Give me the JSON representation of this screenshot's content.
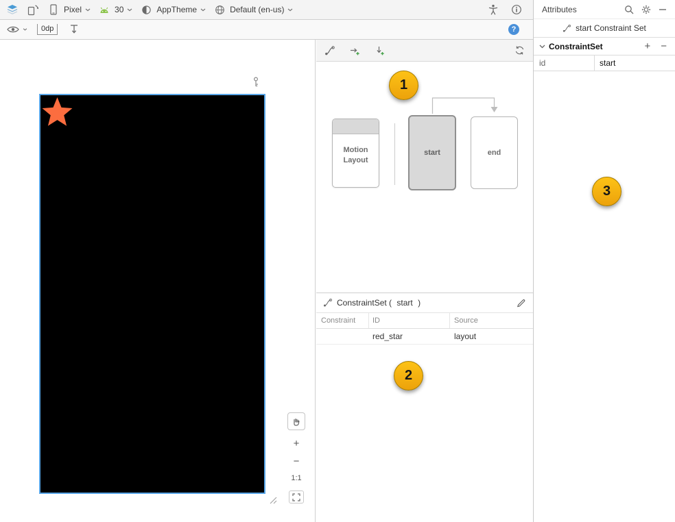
{
  "top_toolbar": {
    "device": {
      "label": "Pixel"
    },
    "api_level": {
      "label": "30"
    },
    "theme": {
      "label": "AppTheme"
    },
    "locale": {
      "label": "Default (en-us)"
    }
  },
  "design_toolbar": {
    "default_margin": "0dp",
    "help_label": "?"
  },
  "design_surface": {
    "zoom_in": "+",
    "zoom_out": "−",
    "zoom_ratio": "1:1"
  },
  "motion_editor": {
    "panels": {
      "motion_layout_line1": "Motion",
      "motion_layout_line2": "Layout",
      "start_label": "start",
      "end_label": "end"
    },
    "constraint_set_bar": {
      "prefix": "ConstraintSet (",
      "name": "start",
      "suffix": ")"
    },
    "table": {
      "headers": [
        "Constraint",
        "ID",
        "Source"
      ],
      "rows": [
        {
          "constraint": "",
          "id": "red_star",
          "source": "layout"
        }
      ]
    }
  },
  "attributes_panel": {
    "title": "Attributes",
    "selected": "start Constraint Set",
    "section": {
      "title": "ConstraintSet",
      "add_label": "+",
      "remove_label": "−"
    },
    "table": {
      "rows": [
        {
          "key": "id",
          "value": "start"
        }
      ]
    }
  },
  "callouts": {
    "c1": "1",
    "c2": "2",
    "c3": "3"
  },
  "colors": {
    "selection_blue": "#58a6e8",
    "star_orange": "#fc6d3f",
    "callout_gold": "#f7b40d",
    "phone_screen": "#000000"
  }
}
